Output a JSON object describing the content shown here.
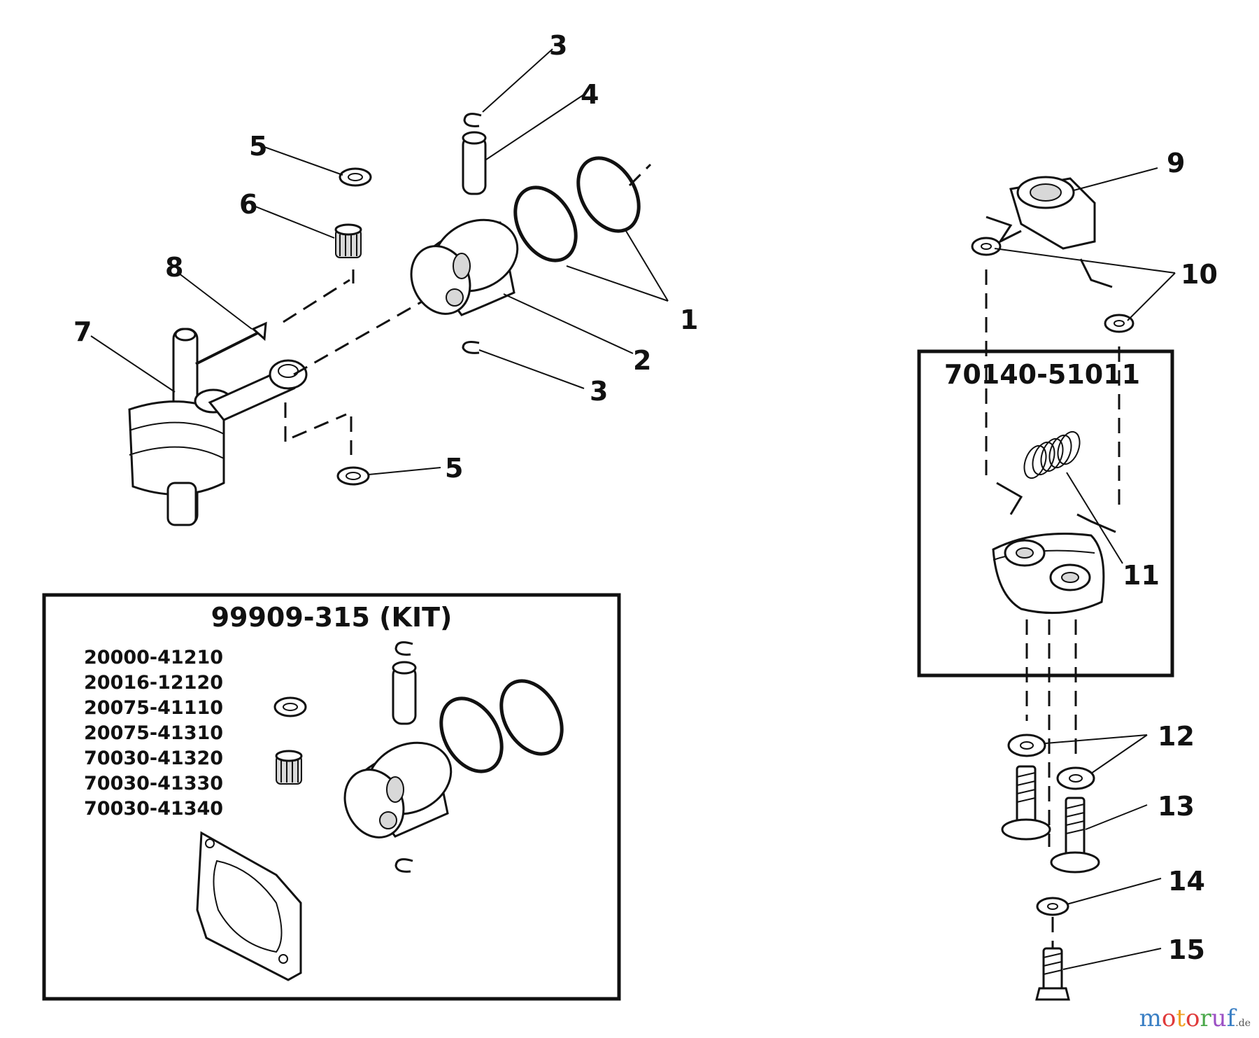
{
  "callouts": {
    "c1": "1",
    "c2": "2",
    "c3a": "3",
    "c3b": "3",
    "c4": "4",
    "c5a": "5",
    "c5b": "5",
    "c6": "6",
    "c7": "7",
    "c8": "8",
    "c9": "9",
    "c10": "10",
    "c11": "11",
    "c12": "12",
    "c13": "13",
    "c14": "14",
    "c15": "15"
  },
  "kit": {
    "title": "99909-315 (KIT)",
    "part_numbers": [
      "20000-41210",
      "20016-12120",
      "20075-41110",
      "20075-41310",
      "70030-41320",
      "70030-41330",
      "70030-41340"
    ]
  },
  "clutch_assembly": {
    "part_number": "70140-51011"
  },
  "watermark": {
    "m": "m",
    "o": "o",
    "t": "t",
    "o2": "o",
    "r": "r",
    "u": "u",
    "f": "f",
    "suffix": ".de"
  }
}
